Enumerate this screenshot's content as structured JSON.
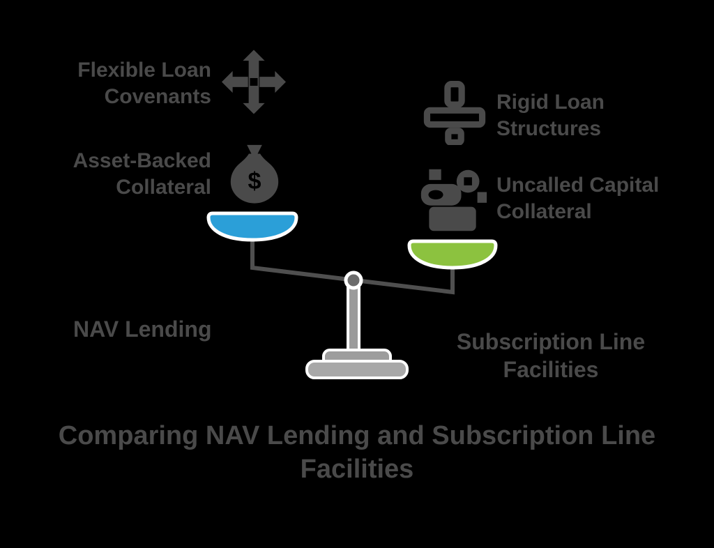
{
  "page": {
    "background": "#000000"
  },
  "title": "Comparing NAV Lending and Subscription Line Facilities",
  "features": {
    "left": [
      {
        "line1": "Flexible Loan",
        "line2": "Covenants",
        "icon": "four-way-arrows-icon"
      },
      {
        "line1": "Asset-Backed",
        "line2": "Collateral",
        "icon": "money-bag-icon"
      }
    ],
    "right": [
      {
        "line1": "Rigid Loan",
        "line2": "Structures",
        "icon": "rigid-structure-icon"
      },
      {
        "line1": "Uncalled Capital",
        "line2": "Collateral",
        "icon": "uncalled-capital-icon"
      }
    ]
  },
  "scale": {
    "left_label": "NAV Lending",
    "right_label_line1": "Subscription Line",
    "right_label_line2": "Facilities",
    "left_pan_color": "#2b9fd8",
    "right_pan_color": "#8cc23f"
  },
  "colors": {
    "text": "#4a4a4a",
    "beam": "#4f4f4f",
    "pivot": "#6b6b6b",
    "post": "#9b9b9b",
    "base_upper": "#9d9d9d",
    "base_lower": "#a8a8a8",
    "outline": "#ffffff"
  }
}
